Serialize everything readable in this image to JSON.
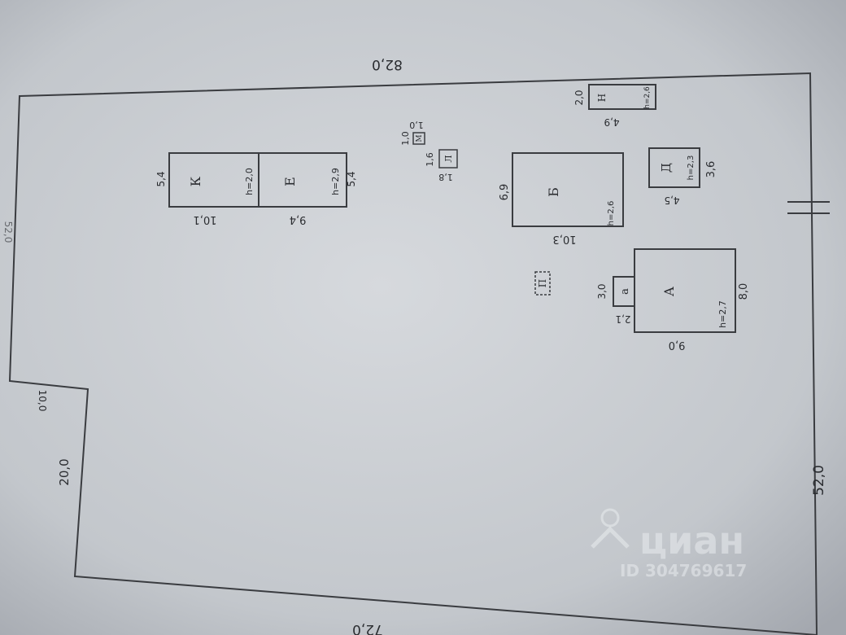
{
  "plot": {
    "dimensions": {
      "top": "82,0",
      "right": "52,0",
      "bottom": "72,0",
      "notch_long": "20,0",
      "notch_short": "10,0",
      "left": "52,0"
    }
  },
  "buildings": {
    "K": {
      "letter": "К",
      "width": "5,4",
      "length": "10,1",
      "height": "h=2,0"
    },
    "E": {
      "letter": "Е",
      "width": "5,4",
      "length": "9,4",
      "height": "h=2,9"
    },
    "L": {
      "letter": "Л",
      "d1": "1,6",
      "d2": "1,8"
    },
    "M": {
      "letter": "М",
      "d1": "1,0",
      "d2": "1,0"
    },
    "B": {
      "letter": "Б",
      "width": "6,9",
      "length": "10,3",
      "height": "h=2,6"
    },
    "N": {
      "letter": "Н",
      "width": "2,0",
      "length": "4,9",
      "height": "h=2,6"
    },
    "D": {
      "letter": "Д",
      "width": "3,6",
      "length": "4,5",
      "height": "h=2,3"
    },
    "A": {
      "letter": "А",
      "width": "8,0",
      "length": "9,0",
      "height": "h=2,7"
    },
    "a": {
      "letter": "а",
      "width": "3,0",
      "length": "2,1"
    },
    "P": {
      "letter": "П"
    }
  },
  "watermark": {
    "brand": "циан",
    "id": "ID 304769617"
  }
}
